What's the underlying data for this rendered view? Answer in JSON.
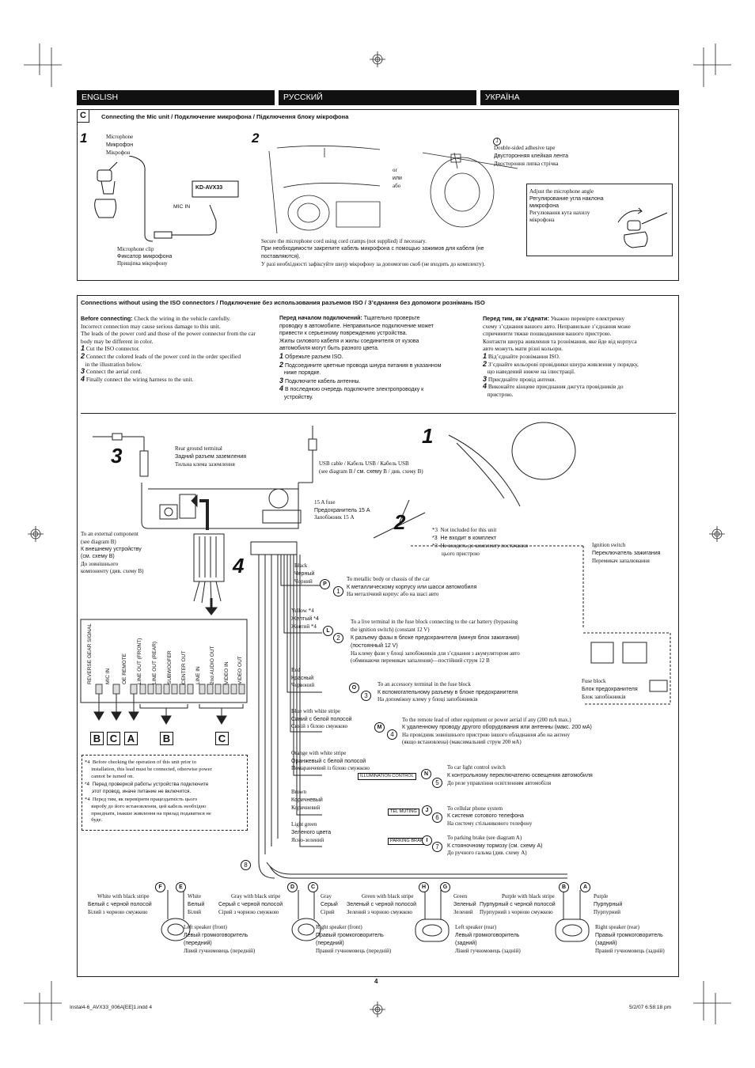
{
  "langs": [
    "ENGLISH",
    "РУССКИЙ",
    "УКРАЇНА"
  ],
  "sectionC": {
    "letter": "C",
    "title": "Connecting the Mic unit / Подключение микрофона / Підключення блоку мікрофона",
    "step1": "1",
    "step2": "2",
    "mic": [
      "Microphone",
      "Микрофон",
      "Мікрофон"
    ],
    "model": "KD-AVX33",
    "micin": "MIC IN",
    "clip": [
      "Microphone clip",
      "Фиксатор микрофона",
      "Прищіпка мікрофону"
    ],
    "or": [
      "or",
      "или",
      "або"
    ],
    "cord": [
      "Secure the microphone cord using cord cramps (not supplied) if necessary.",
      "При необходимости закрепите кабель микрофона с помощью зажимов для кабеля (не",
      "поставляются).",
      "У разі необхідності зафіксуйте шнур мікрофону за допомогою скоб (не входить до комплекту)."
    ],
    "tapeNum": "J",
    "tape": [
      "Double-sided adhesive tape",
      "Двусторонняя клейкая лента",
      "Двостороння липка стрічка"
    ],
    "angle": [
      "Adjust the microphone angle",
      "Регулирование угла наклона",
      "микрофона",
      "Регулювання кута нахилу",
      "мікрофона"
    ]
  },
  "sectionISO": {
    "title": "Connections without using the ISO connectors / Подключение без использования разъемов ISO / З’єднання без допомоги рознімань ISO",
    "en": {
      "lead": "Before connecting:",
      "text": [
        "Check the wiring in the vehicle carefully.",
        "Incorrect connection may cause serious damage to this unit.",
        "The leads of the power cord and those of the power connector from the car",
        "body may be different in color."
      ],
      "steps": [
        [
          "1",
          "Cut the ISO connector."
        ],
        [
          "2",
          "Connect the colored leads of the power cord in the order specified"
        ],
        [
          "",
          "in the illustration below."
        ],
        [
          "3",
          "Connect the aerial cord."
        ],
        [
          "4",
          "Finally connect the wiring harness to the unit."
        ]
      ]
    },
    "ru": {
      "lead": "Перед началом подключений:",
      "text": [
        "Тщательно проверьте",
        "проводку в автомобиле. Неправильное подключение может",
        "привести к серьезному повреждению устройства.",
        "Жилы силового кабеля и жилы соединителя от кузова",
        "автомобиля могут быть разного цвета."
      ],
      "steps": [
        [
          "1",
          "Обрежьте разъем ISO."
        ],
        [
          "2",
          "Подсоедините цветные провода шнура питания в указанном"
        ],
        [
          "",
          "ниже порядке."
        ],
        [
          "3",
          "Подключите кабель антенны."
        ],
        [
          "4",
          "В последнюю очередь подключите электропроводку к"
        ],
        [
          "",
          "устройству."
        ]
      ]
    },
    "uk": {
      "lead": "Перед тим, як з’єднати:",
      "text": [
        "Уважно перевірте електричну",
        "схему з’єднання вашого авто. Неправильне з’єднання може",
        "спричинити тяжке пошкодження вашого пристрою.",
        "Контакти шнура живлення та рознімання, яке йде від корпуса",
        "авто можуть мати різні кольори."
      ],
      "steps": [
        [
          "1",
          "Від’єднайте рознімання ISO."
        ],
        [
          "2",
          "З’єднайте кольорові провідники шнура живлення у порядку,"
        ],
        [
          "",
          "що наведений нижче на ілюстрації."
        ],
        [
          "3",
          "Приєднайте провід антени."
        ],
        [
          "4",
          "Виконайте кінцеве приєднання джгута провідників до"
        ],
        [
          "",
          "пристрою."
        ]
      ]
    }
  },
  "diagram": {
    "steps": [
      "1",
      "2",
      "3",
      "4"
    ],
    "rearGround": [
      "Rear ground terminal",
      "Задний разъем заземления",
      "Тильна клема заземлення"
    ],
    "usb": [
      "USB cable / Кабель USB / Кабель USB",
      "(see diagram",
      "/ см. схему",
      "/ див. схему"
    ],
    "usbRef": "B",
    "fuse": [
      "15 A fuse",
      "Предохранитель 15 A",
      "Запобіжник 15 A"
    ],
    "ext": [
      "To an external component",
      "(see diagram",
      "К внешнему устройству",
      "(см. схему",
      "До зовнішнього",
      "компоненту (див. схему"
    ],
    "extRef": "B",
    "notIncl": [
      "Not included for this unit",
      "Не входит в комплект",
      "Не входить до комплекту постачання",
      "цього пристрою"
    ],
    "ignition": [
      "Ignition switch",
      "Переключатель зажигания",
      "Перемикач запалювання"
    ],
    "fuseBlock": [
      "Fuse block",
      "Блок предохранителя",
      "Блок запобіжників"
    ],
    "rca": [
      "REVERSE GEAR SIGNAL",
      "MIC IN",
      "OE REMOTE",
      "LINE OUT (FRONT)",
      "LINE OUT (REAR)",
      "SUBWOOFER",
      "CENTER OUT",
      "LINE IN",
      "2nd AUDIO OUT",
      "VIDEO IN",
      "VIDEO OUT"
    ],
    "rcaRefs": [
      "B",
      "C",
      "A",
      "B",
      "C"
    ],
    "notes": [
      [
        "*4",
        "Before checking the operation of this unit prior to",
        "installation, this lead must be connected, otherwise power",
        "cannot be turned on."
      ],
      [
        "*4",
        "Перед проверкой работы устройства подключите",
        "этот провод, иначе питание не включится."
      ],
      [
        "*4",
        "Перед тим, як перевірити працездатність цього",
        "виробу до його встановлення, цей кабель необхідно",
        "приєднати, інакше живлення на прилад подаватися не",
        "буде."
      ]
    ],
    "wires": [
      {
        "color": [
          "Black",
          "Черный",
          "Чорний"
        ],
        "letter": "P",
        "num": "1",
        "dest": [
          "To metallic body or chassis of the car",
          "К металлическому корпусу или шасси автомобиля",
          "На металічний корпус або на шасі авто"
        ]
      },
      {
        "color": [
          "Yellow *4",
          "Желтый *4",
          "Жовтий *4"
        ],
        "letter": "L",
        "num": "2",
        "dest": [
          "To a live terminal in the fuse block connecting to the car battery (bypassing",
          "the ignition switch) (constant 12 V)",
          "К разъему фазы в блоке предохранителя (минуя блок зажигания)",
          "(постоянный 12 V)",
          "На клему фази у блоці запобіжників для з’єднання з акумулятором авто",
          "(обминаючи перемикач запалення)—постійний струм 12 В"
        ]
      },
      {
        "color": [
          "Red",
          "Красный",
          "Червоний"
        ],
        "letter": "O",
        "num": "3",
        "dest": [
          "To an accessory terminal in the fuse block",
          "К вспомогательному разъему в блоке предохранителя",
          "На допоміжну клему у блоці запобіжників"
        ]
      },
      {
        "color": [
          "Blue with white stripe",
          "Синий с белой полосой",
          "Синій з білою смужкою"
        ],
        "letter": "M",
        "num": "4",
        "dest": [
          "To the remote lead of other equipment or power aerial if any (200 mA max.)",
          "К удаленному проводу другого оборудования или антенны (макс. 200 мА)",
          "На провідник зовнішнього пристрою іншого обладнання або на антену",
          "(якщо встановлена) (максимальний струм 200 мА)"
        ]
      },
      {
        "color": [
          "Orange with white stripe",
          "Оранжевый с белой полосой",
          "Помаранчевий із білою смужкою"
        ],
        "letter": "N",
        "num": "5",
        "tag": "ILLUMINATION CONTROL",
        "dest": [
          "To car light control switch",
          "К контрольному переключателю освещения автомобиля",
          "До реле управління освітленням автомобіля"
        ]
      },
      {
        "color": [
          "Brown",
          "Коричневый",
          "Коричневий"
        ],
        "letter": "J",
        "num": "6",
        "tag": "TEL MUTING",
        "dest": [
          "To cellular phone system",
          "К системе сотового телефона",
          "На систему стільникового телефону"
        ]
      },
      {
        "color": [
          "Light green",
          "Зеленого цвета",
          "Ясно-зелений"
        ],
        "letter": "I",
        "num": "7",
        "tag": "PARKING BRAKE",
        "dest": [
          "To parking brake (see diagram",
          "К стояночному тормозу (см. схему",
          "До ручного гальма (див. схему"
        ]
      }
    ],
    "eightNum": "8",
    "speakers": [
      {
        "letters": [
          "F",
          "E"
        ],
        "left": [
          "White with black stripe",
          "Белый с черной полосой",
          "Білий з чорною смужкою"
        ],
        "right": [
          "White",
          "Белый",
          "Білий"
        ],
        "name": [
          "Left speaker (front)",
          "Левый громкоговоритель",
          "(передний)",
          "Лівий гучномовець (передній)"
        ]
      },
      {
        "letters": [
          "D",
          "C"
        ],
        "left": [
          "Gray with black stripe",
          "Серый с черной полосой",
          "Сірий з чорною смужкою"
        ],
        "right": [
          "Gray",
          "Серый",
          "Сірий"
        ],
        "name": [
          "Right speaker (front)",
          "Правый громкоговоритель",
          "(передний)",
          "Правий гучномовець (передній)"
        ]
      },
      {
        "letters": [
          "H",
          "G"
        ],
        "left": [
          "Green with black stripe",
          "Зеленый с черной полосой",
          "Зелений з чорною смужкою"
        ],
        "right": [
          "Green",
          "Зеленый",
          "Зелений"
        ],
        "name": [
          "Left speaker (rear)",
          "Левый громкоговоритель",
          "(задний)",
          "Лівий гучномовець (задній)"
        ]
      },
      {
        "letters": [
          "B",
          "A"
        ],
        "left": [
          "Purple with black stripe",
          "Пурпурный с черной полосой",
          "Пурпурний з чорною смужкою"
        ],
        "right": [
          "Purple",
          "Пурпурный",
          "Пурпурний"
        ],
        "name": [
          "Right speaker (rear)",
          "Правый громкоговоритель",
          "(задний)",
          "Правий гучномовець (задній)"
        ]
      }
    ]
  },
  "footer": {
    "page": "4",
    "file": "Instal4-6_AVX33_006A[EE]1.indd   4",
    "date": "5/2/07   6:58:18 pm"
  }
}
